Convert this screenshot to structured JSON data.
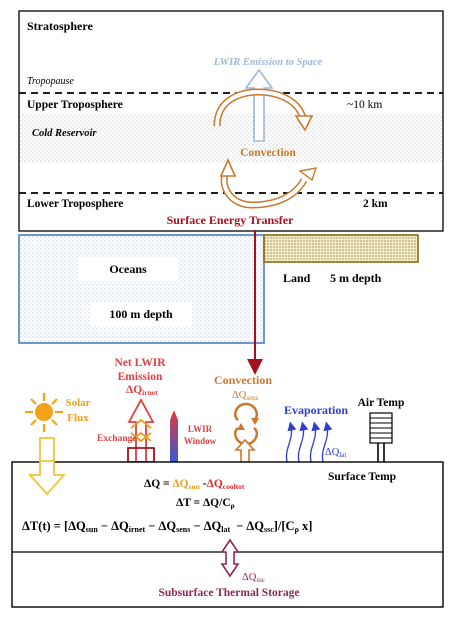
{
  "layers": {
    "stratosphere": "Stratosphere",
    "tropopause": "Tropopause",
    "upper_troposphere": "Upper Troposphere",
    "upper_height": "~10 km",
    "cold_reservoir": "Cold Reservoir",
    "lower_troposphere": "Lower Troposphere",
    "lower_height": "2 km"
  },
  "flows": {
    "lwir_space": "LWIR Emission to Space",
    "convection_top": "Convection",
    "surface_energy_transfer": "Surface Energy Transfer"
  },
  "surface": {
    "oceans": "Oceans",
    "ocean_depth": "100 m depth",
    "land": "Land",
    "land_depth": "5 m depth"
  },
  "processes": {
    "solar_flux_line1": "Solar",
    "solar_flux_line2": "Flux",
    "net_lwir_line1": "Net LWIR",
    "net_lwir_line2": "Emission",
    "dq_irnet_base": "ΔQ",
    "dq_irnet_sub": "irnet",
    "exchange": "Exchange",
    "lwir_window_line1": "LWIR",
    "lwir_window_line2": "Window",
    "convection": "Convection",
    "dq_sens_base": "ΔQ",
    "dq_sens_sub": "sens",
    "evaporation": "Evaporation",
    "dq_lat_base": "ΔQ",
    "dq_lat_sub": "lat",
    "air_temp": "Air Temp",
    "dq_sun_base": "ΔQ",
    "dq_sun_sub": "sun"
  },
  "equations": {
    "surface_temp": "Surface Temp",
    "eq1_lhs": "ΔQ = ",
    "eq1_sun": "ΔQ",
    "eq1_sun_sub": "sun",
    "eq1_minus": " -",
    "eq1_cool": "ΔQ",
    "eq1_cool_sub": "cooltot",
    "eq2": "ΔT = ΔQ/C",
    "eq2_sub": "ρ",
    "eq3_a": "ΔT(t)  =  [ΔQ",
    "eq3_a_sub": "sun",
    "eq3_b": " − ΔQ",
    "eq3_b_sub": "irnet",
    "eq3_c": " − ΔQ",
    "eq3_c_sub": "sens",
    "eq3_d": " − ΔQ",
    "eq3_d_sub": "lat",
    "eq3_e": "−  ΔQ",
    "eq3_e_sub": "ssc",
    "eq3_f": "]/[C",
    "eq3_f_sub": "ρ",
    "eq3_g": " x]"
  },
  "storage": {
    "dq_ssc_base": "ΔQ",
    "dq_ssc_sub": "ssc",
    "label": "Subsurface Thermal Storage"
  },
  "colors": {
    "convection_orange": "#c9782e",
    "lwir_blue": "#9db8d8",
    "transfer_red": "#a3121e",
    "ocean_blue": "#4c7fc2",
    "land_brown": "#8a6a12",
    "sun_orange": "#f4a21a",
    "sun_arrow": "#f2c43a",
    "lwir_red": "#e04040",
    "evap_blue": "#3040c8",
    "ssc_purple": "#8a2a55",
    "eq_orange": "#e8a020",
    "eq_red": "#d03030"
  }
}
